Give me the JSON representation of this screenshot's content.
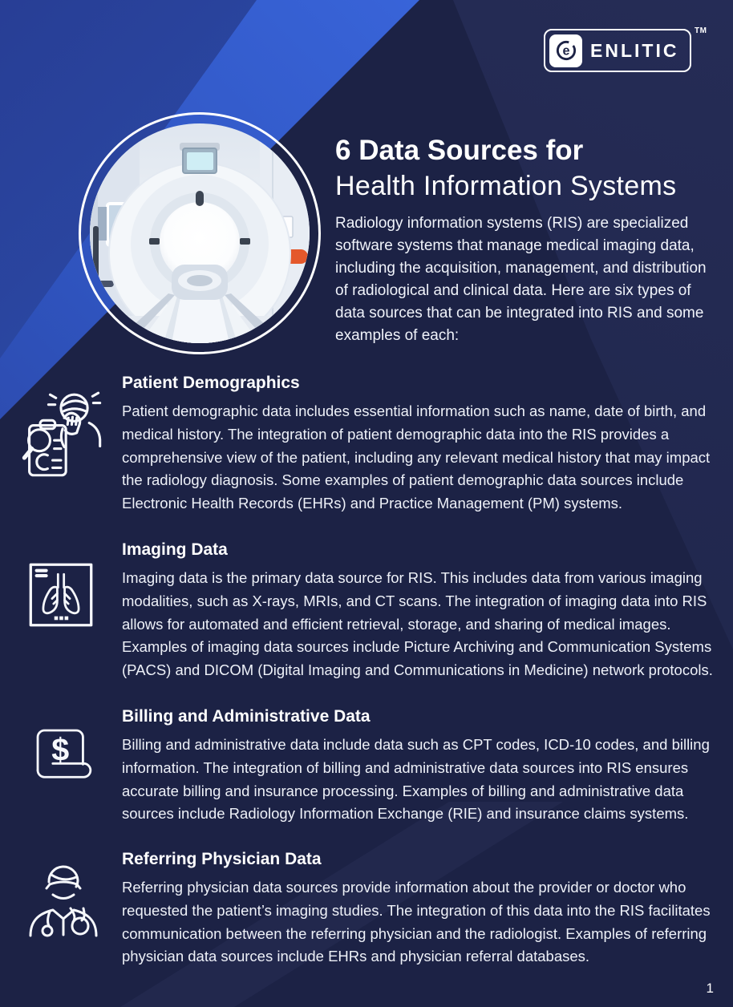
{
  "logo": {
    "brand": "ENLITIC",
    "mark_letter": "e",
    "trademark": "TM"
  },
  "hero": {
    "title_line1": "6 Data Sources for",
    "title_line2": "Health Information Systems",
    "intro": "Radiology information systems (RIS) are specialized software systems that manage medical imaging data, including the acquisition, management, and distribution of radiological and clinical data. Here are six types of data sources that can be integrated into RIS and some examples of each:"
  },
  "sections": [
    {
      "icon": "patient-demographics-icon",
      "heading": "Patient Demographics",
      "body": "Patient demographic data includes essential information such as name, date of birth, and medical history. The integration of patient demographic data into the RIS provides a comprehensive view of the patient, including any relevant medical history that may impact the radiology diagnosis. Some examples of patient demographic data sources include Electronic Health Records (EHRs) and Practice Management (PM) systems."
    },
    {
      "icon": "imaging-data-icon",
      "heading": "Imaging Data",
      "body": "Imaging data is the primary data source for RIS. This includes data from various imaging modalities, such as X-rays, MRIs, and CT scans. The integration of imaging data into RIS allows for automated and efficient retrieval, storage, and sharing of medical images. Examples of imaging data sources include Picture Archiving and Communication Systems (PACS) and DICOM (Digital Imaging and Communications in Medicine) network protocols."
    },
    {
      "icon": "billing-data-icon",
      "heading": "Billing and Administrative Data",
      "currency_symbol": "$",
      "body": "Billing and administrative data include data such as CPT codes, ICD-10 codes, and billing information. The integration of billing and administrative data sources into RIS ensures accurate billing and insurance processing. Examples of billing and administrative data sources include Radiology Information Exchange (RIE) and insurance claims systems."
    },
    {
      "icon": "referring-physician-icon",
      "heading": "Referring Physician Data",
      "body": "Referring physician data sources provide information about the provider or doctor who requested the patient’s imaging studies. The integration of this data into the RIS facilitates communication between the referring physician and the radiologist. Examples of referring physician data sources include EHRs and physician referral databases."
    }
  ],
  "footer": {
    "page_number": "1"
  },
  "colors": {
    "background_navy": "#1c2245",
    "panel_navy_light": "#262d55",
    "accent_blue_dark": "#283a8e",
    "accent_blue_bright": "#3d6ce6",
    "photo_accent_orange": "#e4582b",
    "text_white": "#ffffff",
    "text_body": "#eef1f8"
  }
}
